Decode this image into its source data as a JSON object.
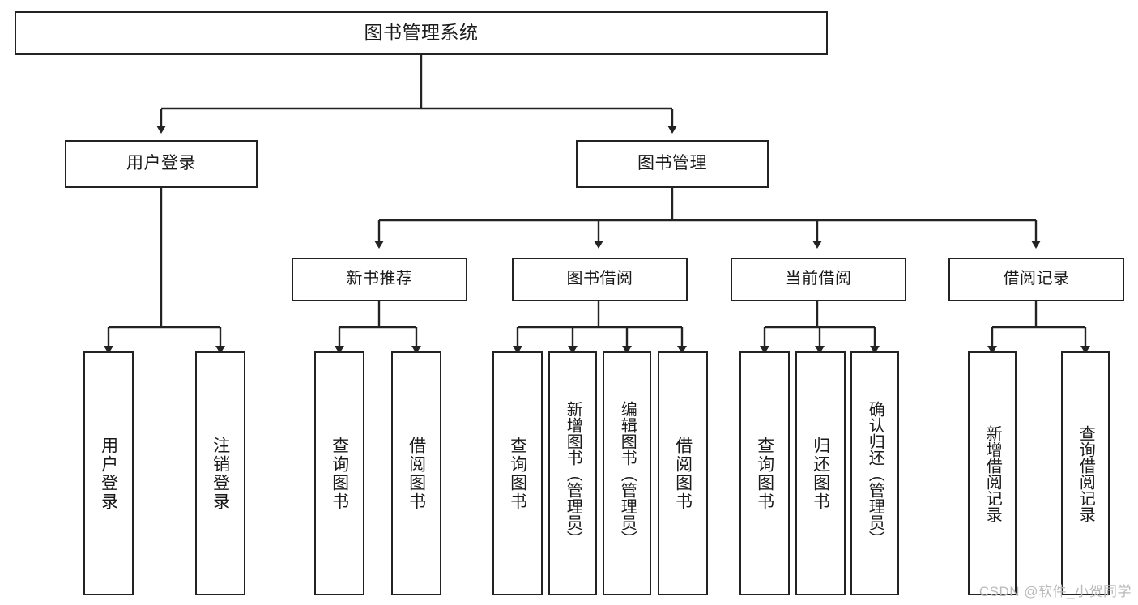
{
  "diagram": {
    "title": "图书管理系统",
    "type": "tree-hierarchy-chart",
    "watermark": "CSDN @软件_小贺同学",
    "colors": {
      "node_border": "#232323",
      "node_fill": "#ffffff",
      "connector": "#232323",
      "text": "#1a1a1a",
      "watermark": "#b9b9b9"
    },
    "nodes": {
      "root": {
        "label": "图书管理系统"
      },
      "level1": [
        {
          "label": "用户登录"
        },
        {
          "label": "图书管理"
        }
      ],
      "level2": [
        {
          "label": "新书推荐"
        },
        {
          "label": "图书借阅"
        },
        {
          "label": "当前借阅"
        },
        {
          "label": "借阅记录"
        }
      ],
      "leaves": {
        "user_login": [
          {
            "label": "用户登录"
          },
          {
            "label": "注销登录"
          }
        ],
        "new_book_recommend": [
          {
            "label": "查询图书"
          },
          {
            "label": "借阅图书"
          }
        ],
        "book_borrow": [
          {
            "label": "查询图书"
          },
          {
            "label": "新增图书（管理员）"
          },
          {
            "label": "编辑图书（管理员）"
          },
          {
            "label": "借阅图书"
          }
        ],
        "current_borrow": [
          {
            "label": "查询图书"
          },
          {
            "label": "归还图书"
          },
          {
            "label": "确认归还（管理员）"
          }
        ],
        "borrow_record": [
          {
            "label": "新增借阅记录"
          },
          {
            "label": "查询借阅记录"
          }
        ]
      }
    }
  }
}
